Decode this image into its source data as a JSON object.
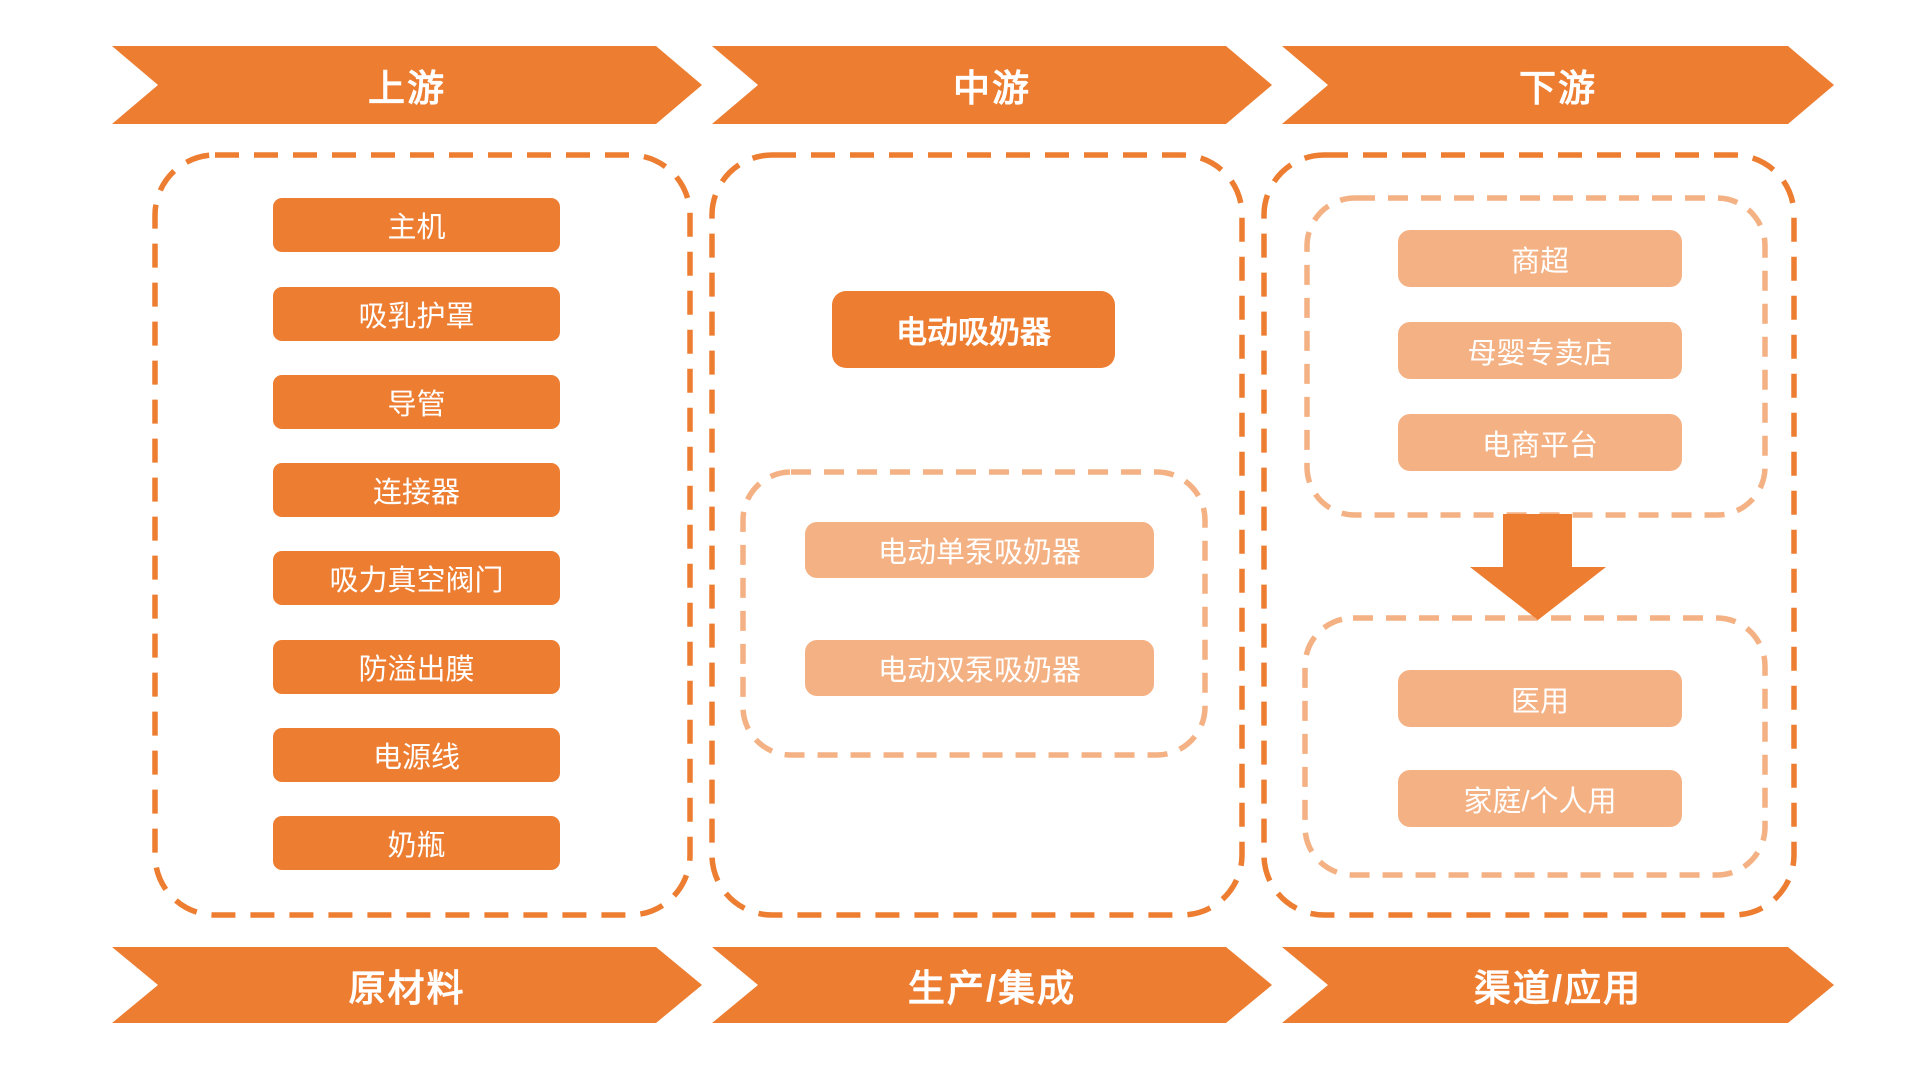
{
  "colors": {
    "primary": "#ED7D31",
    "light": "#F4B183",
    "text": "#FFFFFF",
    "background": "#FFFFFF"
  },
  "top_banner": {
    "segments": [
      "上游",
      "中游",
      "下游"
    ]
  },
  "bottom_banner": {
    "segments": [
      "原材料",
      "生产/集成",
      "渠道/应用"
    ]
  },
  "upstream": {
    "items": [
      "主机",
      "吸乳护罩",
      "导管",
      "连接器",
      "吸力真空阀门",
      "防溢出膜",
      "电源线",
      "奶瓶"
    ]
  },
  "midstream": {
    "main_product": "电动吸奶器",
    "sub_products": [
      "电动单泵吸奶器",
      "电动双泵吸奶器"
    ]
  },
  "downstream": {
    "channels": [
      "商超",
      "母婴专卖店",
      "电商平台"
    ],
    "applications": [
      "医用",
      "家庭/个人用"
    ]
  }
}
